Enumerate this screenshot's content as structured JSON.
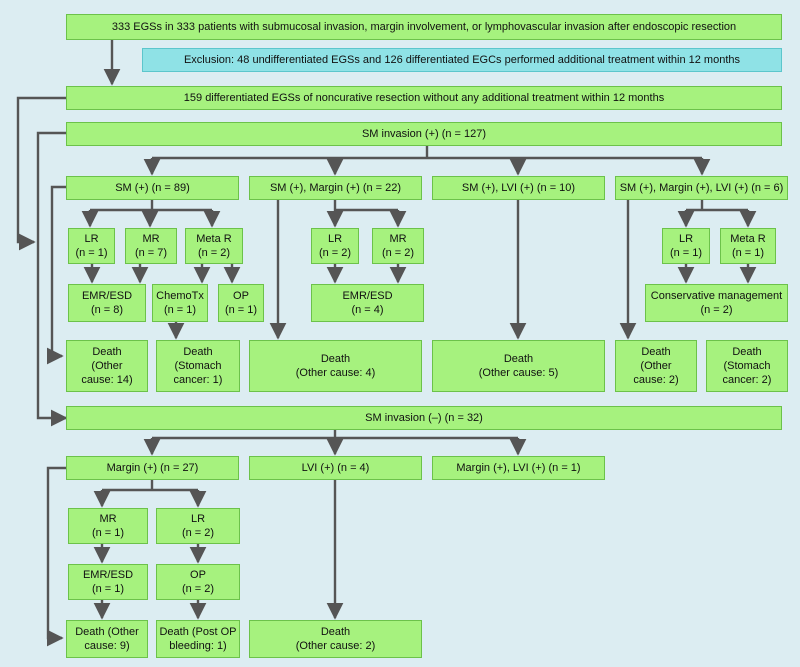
{
  "boxes": {
    "top": "333 EGSs in 333 patients with submucosal invasion, margin involvement, or lymphovascular invasion after endoscopic resection",
    "exclusion": "Exclusion: 48 undifferentiated EGSs and 126 differentiated EGCs performed additional treatment within 12 months",
    "cohort": "159 differentiated EGSs of noncurative resection without any additional treatment within 12 months",
    "sm_pos": "SM invasion (+) (n = 127)",
    "sm_pos_only": "SM (+) (n = 89)",
    "sm_margin": "SM (+), Margin (+) (n = 22)",
    "sm_lvi": "SM (+), LVI (+) (n = 10)",
    "sm_margin_lvi": "SM (+), Margin (+), LVI (+) (n = 6)",
    "a_lr": "LR\n(n = 1)",
    "a_mr": "MR\n(n = 7)",
    "a_meta": "Meta R\n(n = 2)",
    "b_lr": "LR\n(n = 2)",
    "b_mr": "MR\n(n = 2)",
    "d_lr": "LR\n(n = 1)",
    "d_meta": "Meta R\n(n = 1)",
    "a_emr": "EMR/ESD\n(n = 8)",
    "a_chemo": "ChemoTx\n(n = 1)",
    "a_op": "OP\n(n = 1)",
    "b_emr": "EMR/ESD\n(n = 4)",
    "d_cons": "Conservative management\n(n = 2)",
    "death_a_other": "Death\n(Other\ncause: 14)",
    "death_a_stomach": "Death\n(Stomach\ncancer: 1)",
    "death_b": "Death\n(Other cause: 4)",
    "death_c": "Death\n(Other cause: 5)",
    "death_d_other": "Death\n(Other\ncause: 2)",
    "death_d_stomach": "Death\n(Stomach\ncancer: 2)",
    "sm_neg": "SM invasion (–) (n = 32)",
    "margin_pos": "Margin (+) (n = 27)",
    "lvi_pos": "LVI (+) (n = 4)",
    "margin_lvi": "Margin (+), LVI (+) (n = 1)",
    "e_mr": "MR\n(n = 1)",
    "e_lr": "LR\n(n = 2)",
    "e_emr": "EMR/ESD\n(n = 1)",
    "e_op": "OP\n(n = 2)",
    "death_e_other": "Death (Other\ncause: 9)",
    "death_e_post": "Death (Post OP\nbleeding: 1)",
    "death_f": "Death\n(Other cause: 2)"
  },
  "colors": {
    "box_fill": "#a6f27e",
    "box_border": "#6cc24a",
    "exclusion_fill": "#8fe2e6",
    "line": "#555555",
    "background": "#dcedf2"
  }
}
